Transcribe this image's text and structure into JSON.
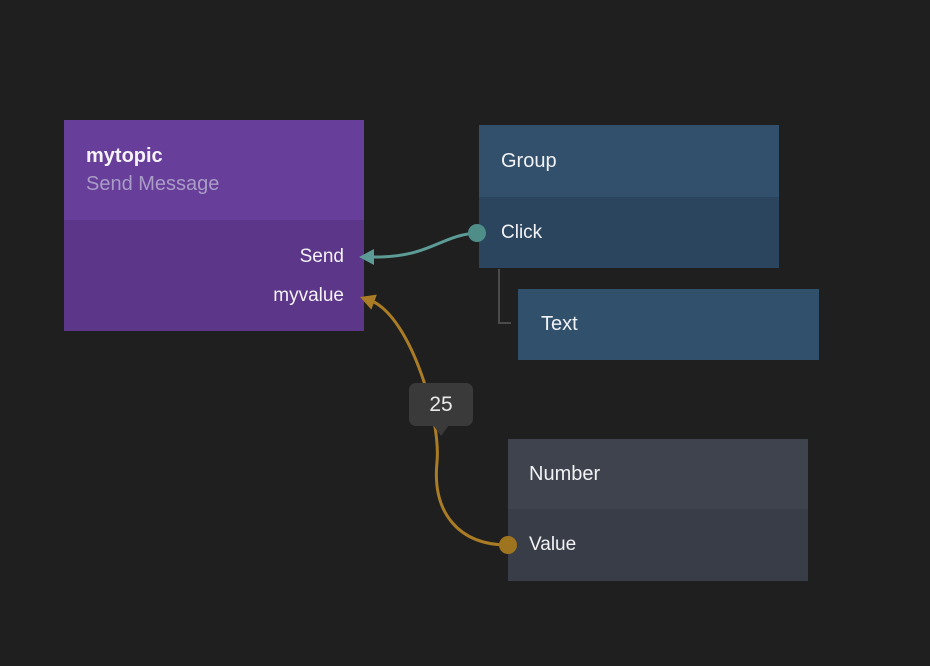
{
  "editor": {
    "background_color": "#1f1f1f"
  },
  "nodes": {
    "send_message": {
      "title": "mytopic",
      "subtitle": "Send Message",
      "header_color": "#673e99",
      "body_color": "#5c3689",
      "ports": [
        {
          "label": "Send"
        },
        {
          "label": "myvalue"
        }
      ]
    },
    "group": {
      "title": "Group",
      "header_color": "#32506b",
      "body_color": "#2b455e",
      "ports": [
        {
          "label": "Click"
        }
      ]
    },
    "text": {
      "title": "Text",
      "color": "#31506b"
    },
    "number": {
      "title": "Number",
      "header_color": "#3f434e",
      "body_color": "#393d47",
      "ports": [
        {
          "label": "Value"
        }
      ]
    }
  },
  "connections": [
    {
      "id": "click-to-send",
      "from": "Group.Click",
      "to": "mytopic.Send",
      "color": "#5d9b97",
      "port_color": "#4f8d89"
    },
    {
      "id": "value-to-myvalue",
      "from": "Number.Value",
      "to": "mytopic.myvalue",
      "color": "#aa7c25",
      "port_color": "#9f741f"
    }
  ],
  "hierarchy": {
    "parent": "Group",
    "child": "Text",
    "line_color": "#4b4b4b"
  },
  "value_badge": {
    "text": "25",
    "background": "#3a3a3a",
    "text_color": "#e9e9e9"
  }
}
